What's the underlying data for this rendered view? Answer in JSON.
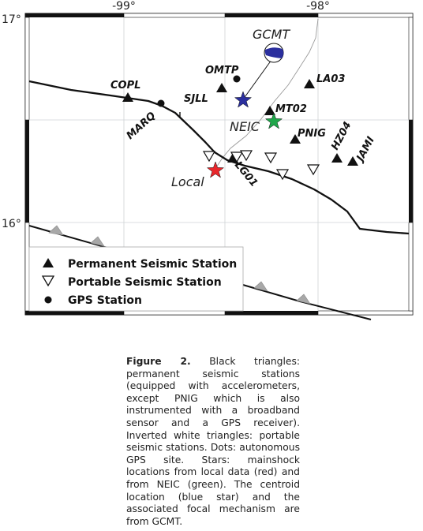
{
  "map": {
    "lon_ticks": [
      {
        "lon": -99,
        "label": "-99°"
      },
      {
        "lon": -98,
        "label": "-98°"
      }
    ],
    "lat_ticks": [
      {
        "lat": 17,
        "label": "17°"
      },
      {
        "lat": 16,
        "label": "16°"
      }
    ],
    "permanent_stations": [
      {
        "name": "COPL"
      },
      {
        "name": "OMTP"
      },
      {
        "name": "SJLL"
      },
      {
        "name": "LA03"
      },
      {
        "name": "MT02"
      },
      {
        "name": "PNIG"
      },
      {
        "name": "HZ04"
      },
      {
        "name": "JAMI"
      },
      {
        "name": "LG01"
      }
    ],
    "portable_station_count": 6,
    "gps_stations": [
      {
        "name": "MARQ"
      }
    ],
    "star_labels": {
      "gcmt": "GCMT",
      "neic": "NEIC",
      "local": "Local"
    },
    "star_colors": {
      "local": "#e8262b",
      "neic": "#1fa64a",
      "gcmt": "#2b2f9e"
    },
    "legend": [
      {
        "symbol": "triangle-filled",
        "label": "Permanent Seismic Station"
      },
      {
        "symbol": "triangle-inverted-open",
        "label": "Portable Seismic Station"
      },
      {
        "symbol": "dot",
        "label": "GPS Station"
      }
    ]
  },
  "caption": {
    "figure_label": "Figure 2.",
    "text": "Black triangles: permanent seismic stations (equipped with accelerometers, except PNIG which is also instrumented with a broadband sensor and a GPS receiver). Inverted white triangles: portable seismic stations. Dots: autonomous GPS site. Stars: mainshock locations from local data (red) and from NEIC (green). The centroid location (blue star) and the associated focal mechanism are from GCMT."
  }
}
